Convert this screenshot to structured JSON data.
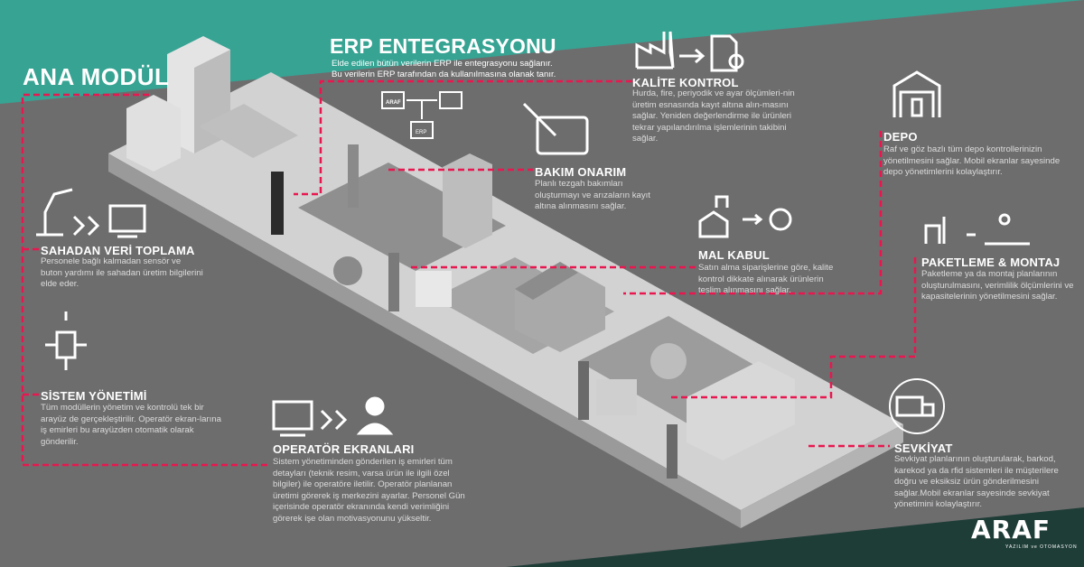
{
  "colors": {
    "background": "#6e6d6e",
    "teal": "#36a393",
    "dark_green": "#1f3d37",
    "accent_dash": "#e8174f",
    "platform": "#c9c9c9"
  },
  "main": {
    "title": "ANA MODÜL"
  },
  "erp": {
    "title": "ERP ENTEGRASYONU",
    "desc": [
      "Elde edilen bütün verilerin ERP ile entegrasyonu sağlanır.",
      "Bu verilerin ERP tarafından da kullanılmasına olanak tanır."
    ],
    "icon_labels": {
      "araf": "ARAF",
      "erp": "ERP"
    }
  },
  "modules": {
    "kalite": {
      "title": "KALİTE KONTROL",
      "body": "Hurda, fire, periyodik ve ayar ölçümleri-nin üretim esnasında kayıt altına alın-masını sağlar. Yeniden değerlendirme ile ürünleri tekrar yapılandırılma işlemlerinin takibini sağlar."
    },
    "depo": {
      "title": "DEPO",
      "body": "Raf ve göz bazlı tüm depo kontrollerinizin yönetilmesini sağlar. Mobil ekranlar sayesinde depo yönetimlerini kolaylaştırır."
    },
    "bakim": {
      "title": "BAKIM ONARIM",
      "body": "Planlı tezgah bakımları oluşturmayı ve arızaların kayıt altına alınmasını sağlar."
    },
    "malkabul": {
      "title": "MAL KABUL",
      "body": "Satın alma siparişlerine göre, kalite kontrol dikkate alınarak ürünlerin teslim alınmasını sağlar."
    },
    "paketleme": {
      "title": "PAKETLEME & MONTAJ",
      "body": "Paketleme ya da montaj planlarının oluşturulmasını, verimlilik ölçümlerini ve kapasitelerinin yönetilmesini sağlar."
    },
    "sevkiyat": {
      "title": "SEVKİYAT",
      "body": "Sevkiyat planlarının oluşturularak, barkod, karekod ya da rfid sistemleri ile müşterilere  doğru ve eksiksiz ürün gönderilmesini sağlar.Mobil ekranlar sayesinde sevkiyat yönetimini kolaylaştırır."
    },
    "sahadan": {
      "title": "SAHADAN VERİ TOPLAMA",
      "body": "Personele bağlı kalmadan sensör ve buton yardımı ile sahadan üretim bilgilerini elde eder."
    },
    "sistem": {
      "title": "SİSTEM YÖNETİMİ",
      "body": "Tüm modüllerin yönetim ve kontrolü tek bir arayüz de gerçekleştirilir. Operatör ekran-larına iş emirleri bu arayüzden otomatik olarak gönderilir."
    },
    "operator": {
      "title": "OPERATÖR EKRANLARI",
      "body": "Sistem yönetiminden gönderilen iş emirleri tüm detayları (teknik resim, varsa ürün ile ilgili özel bilgiler) ile operatöre iletilir. Operatör planlanan üretimi görerek iş merkezini ayarlar. Personel Gün içerisinde operatör ekranında kendi verimliğini görerek işe olan motivasyonunu yükseltir."
    }
  },
  "logo": {
    "name": "ARAF",
    "tagline": "YAZILIM ve OTOMASYON"
  }
}
